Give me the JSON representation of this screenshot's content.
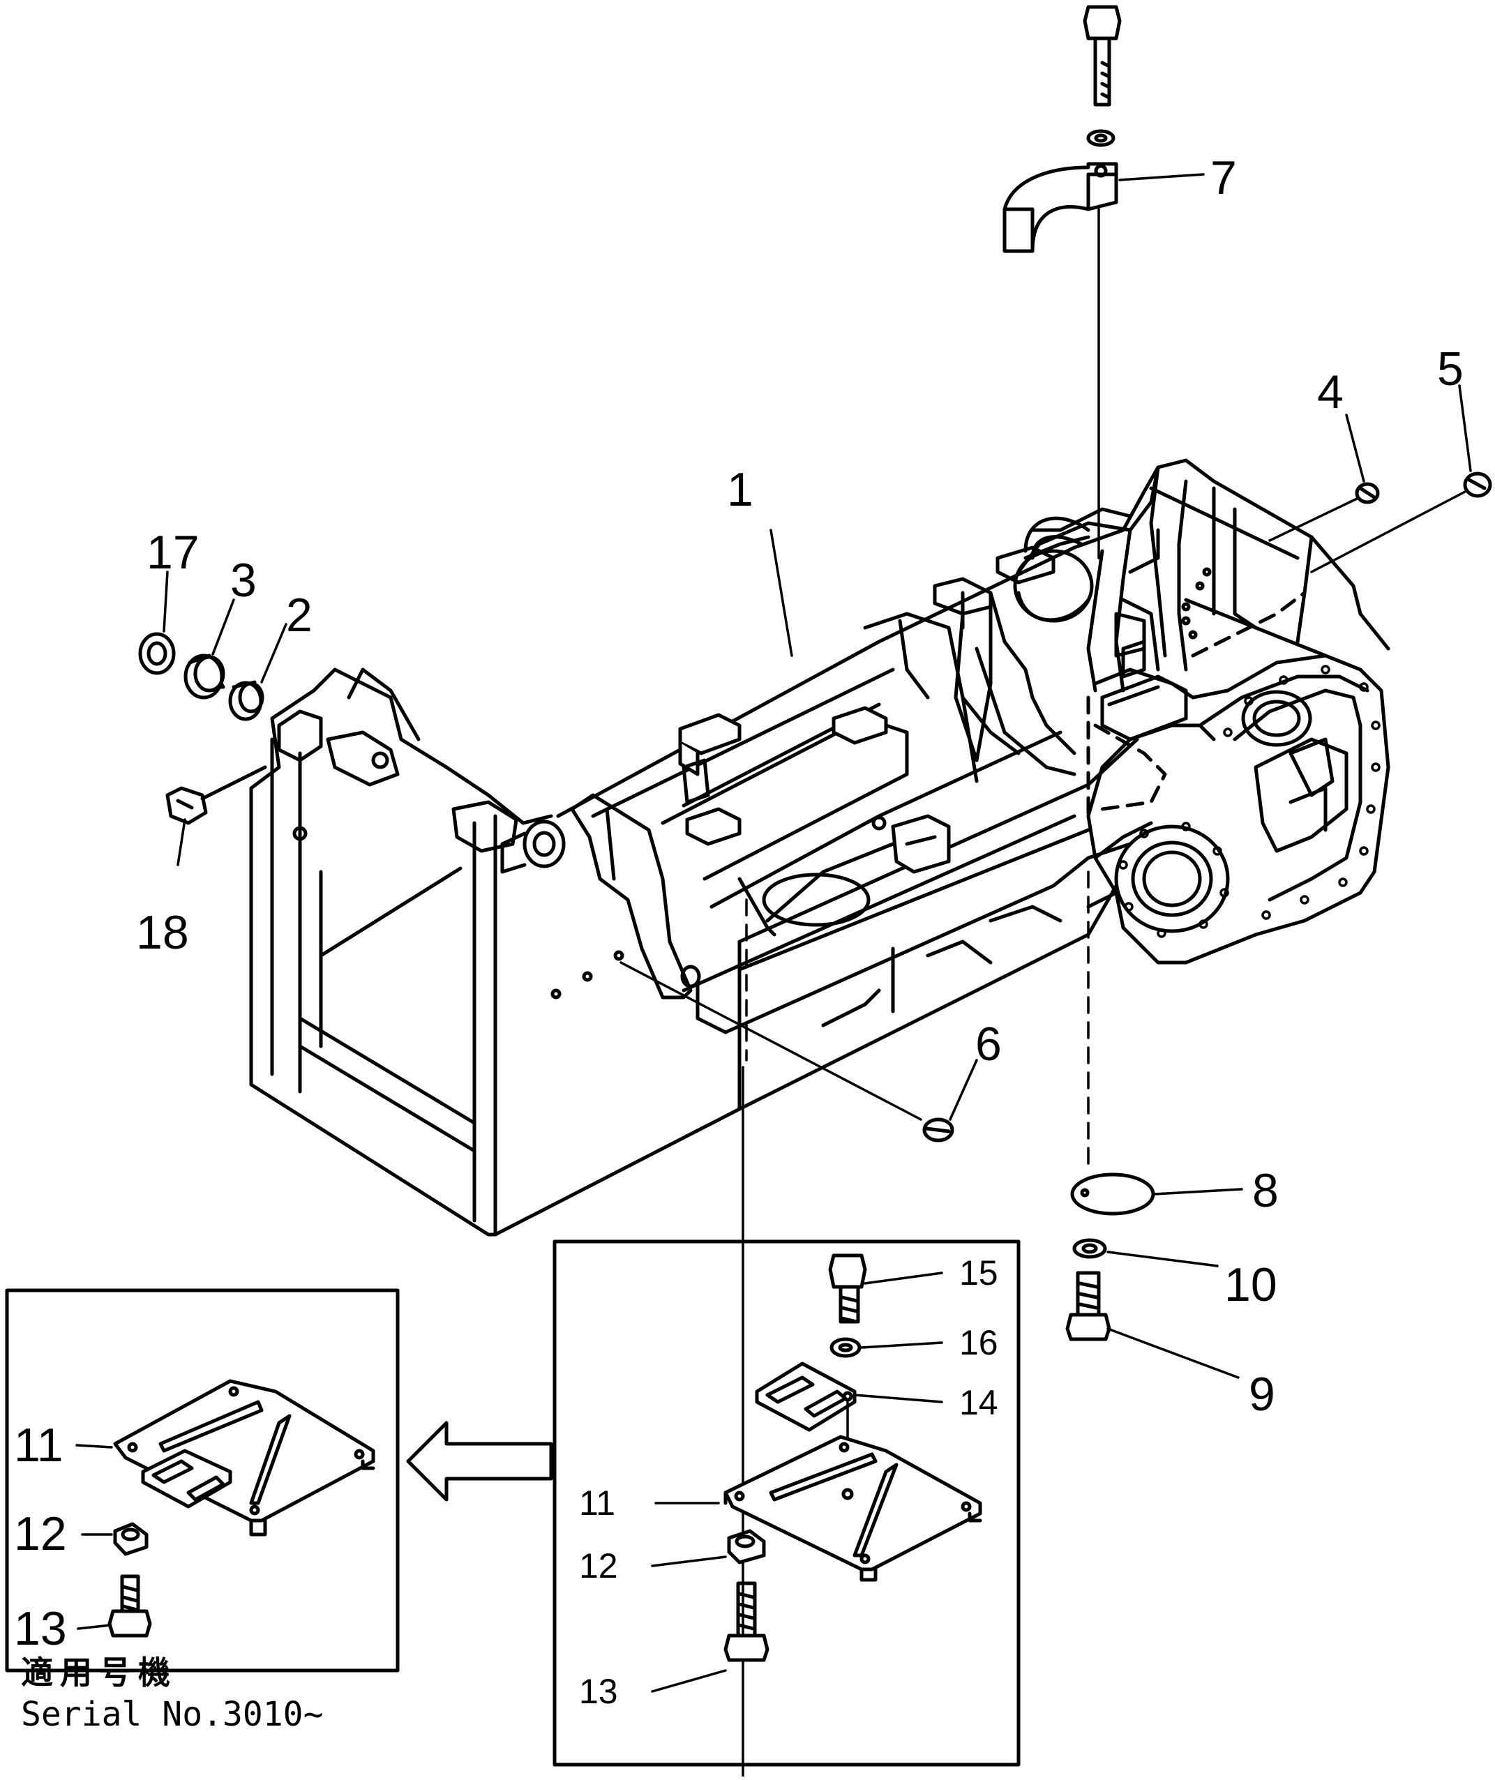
{
  "callouts": {
    "c1": "1",
    "c2": "2",
    "c3": "3",
    "c4": "4",
    "c5": "5",
    "c6": "6",
    "c7": "7",
    "c8": "8",
    "c9": "9",
    "c10": "10",
    "c17": "17",
    "c18": "18",
    "c15": "15",
    "c16": "16",
    "c14": "14",
    "c11a": "11",
    "c12a": "12",
    "c13a": "13",
    "c11b": "11",
    "c12b": "12",
    "c13b": "13"
  },
  "note": {
    "applicable_label": "適用号機",
    "serial": "Serial No.3010~"
  },
  "icons": {
    "arrow": "hollow-left-arrow"
  }
}
